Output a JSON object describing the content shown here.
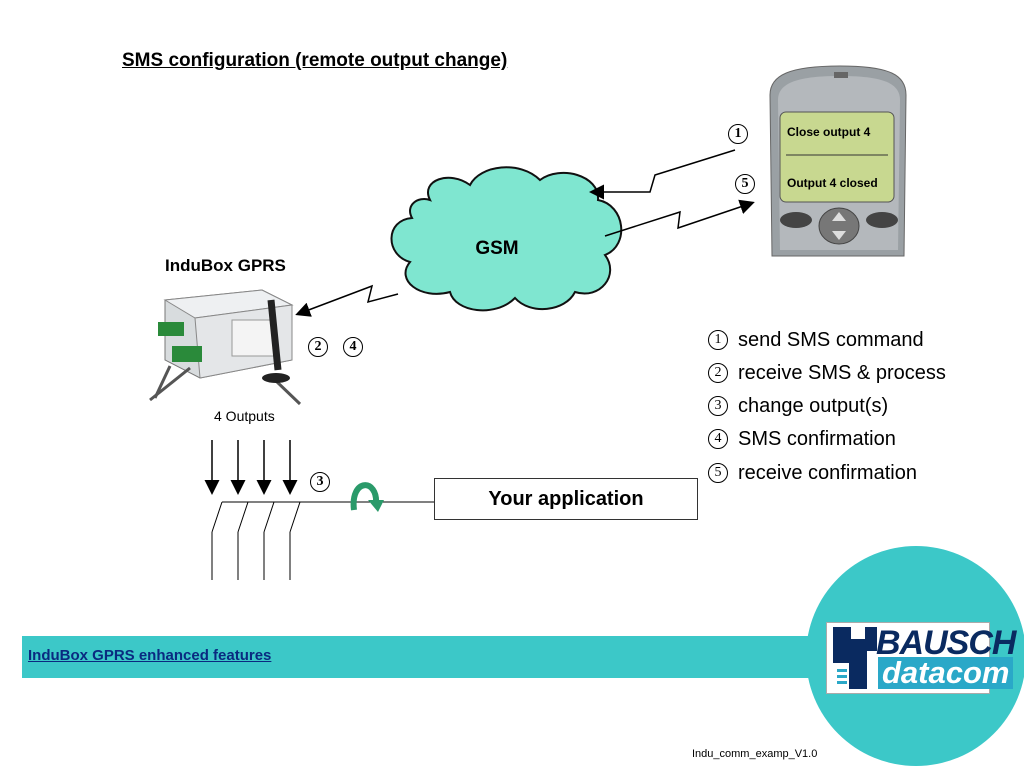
{
  "title": "SMS configuration (remote output change)",
  "device_label": "InduBox GPRS",
  "network_label": "GSM",
  "outputs_label": "4 Outputs",
  "application_label": "Your application",
  "phone": {
    "line1": "Close output 4",
    "line2": "Output 4 closed"
  },
  "step_markers": {
    "phone_send": "1",
    "phone_receive": "5",
    "device_receive": "2",
    "device_confirm": "4",
    "output_change": "3"
  },
  "legend": [
    {
      "num": "1",
      "text": "send SMS command"
    },
    {
      "num": "2",
      "text": "receive SMS & process"
    },
    {
      "num": "3",
      "text": "change output(s)"
    },
    {
      "num": "4",
      "text": "SMS confirmation"
    },
    {
      "num": "5",
      "text": "receive confirmation"
    }
  ],
  "footer": {
    "band_label": "InduBox GPRS enhanced features",
    "version": "Indu_comm_examp_V1.0"
  },
  "logo": {
    "top": "BAUSCH",
    "bottom": "datacom"
  },
  "colors": {
    "cloud": "#7fe6d0",
    "band": "#3cc8c8",
    "circle": "#3cc8c8",
    "phone_screen": "#c8d890",
    "switch_arrow": "#2a9a6a"
  }
}
